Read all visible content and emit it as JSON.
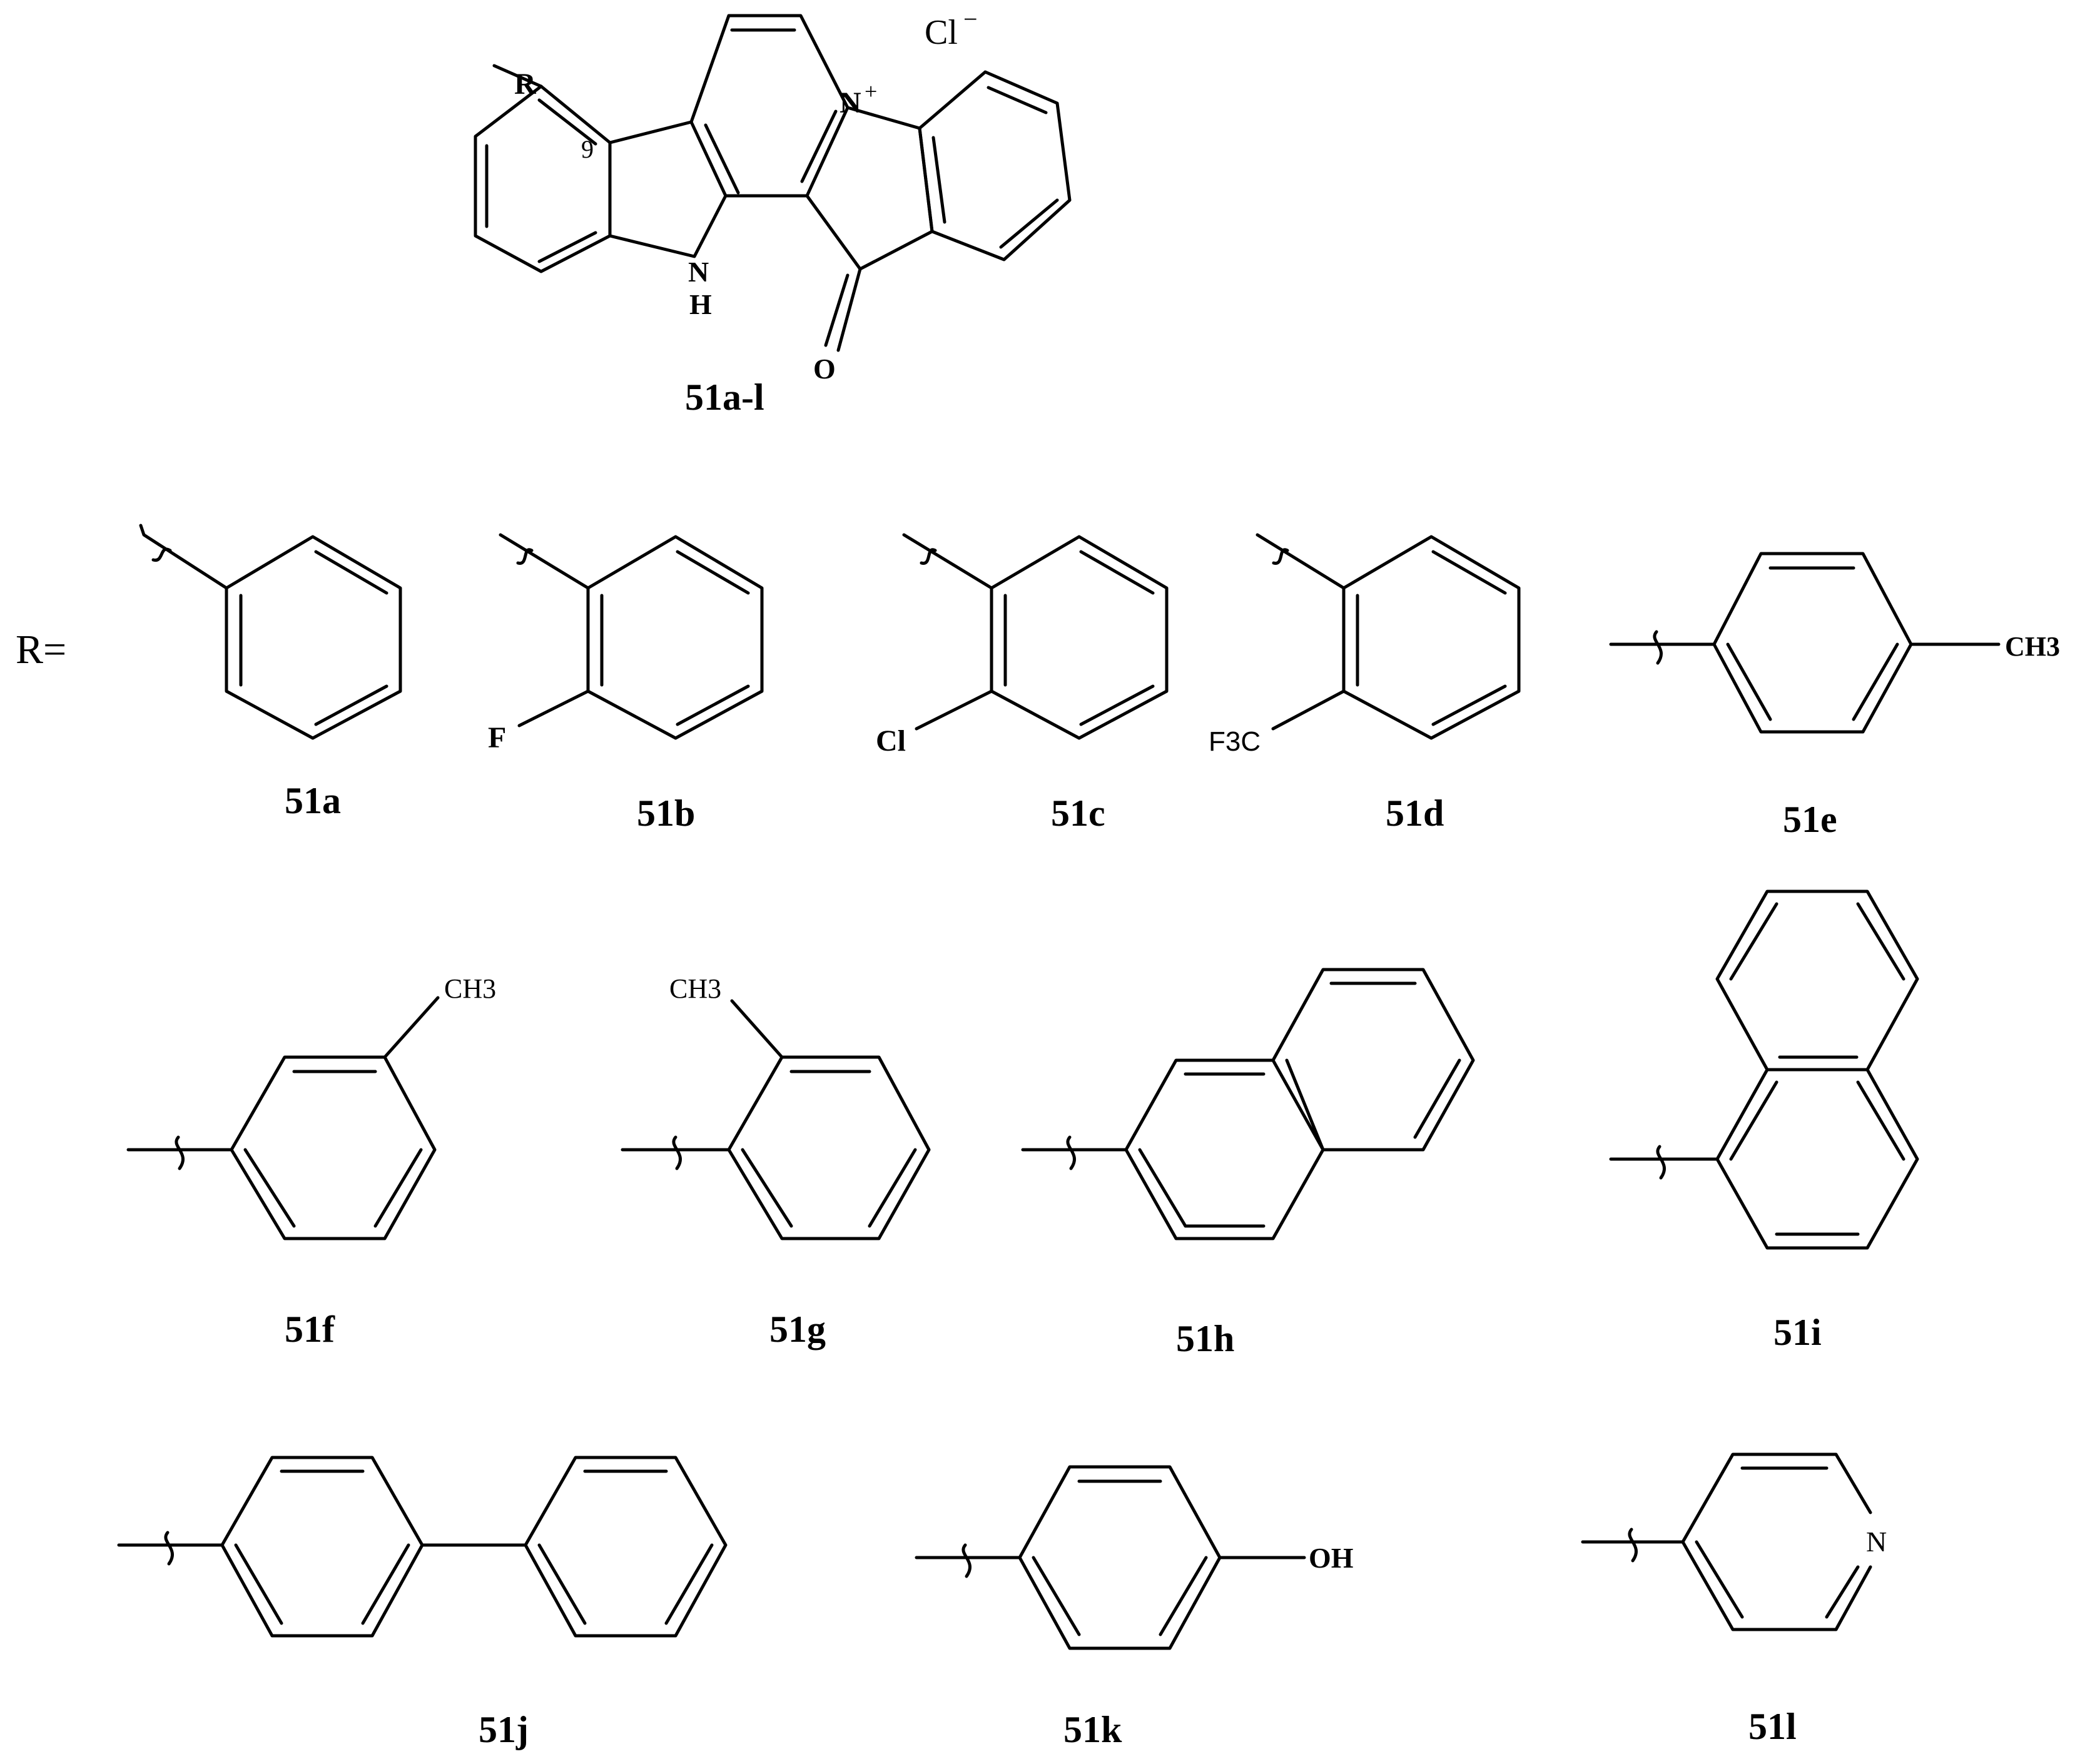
{
  "core": {
    "compound_label": "51a-l",
    "counterion": "Cl",
    "counterion_charge": "−",
    "substituent_label": "R",
    "position_label": "9",
    "nitrogen_cation": "N",
    "nitrogen_charge": "+",
    "nh_n": "N",
    "nh_h": "H",
    "carbonyl_o": "O"
  },
  "r_definition": "R=",
  "compounds": [
    {
      "id": "51a",
      "substituent_text": ""
    },
    {
      "id": "51b",
      "substituent_text": "F"
    },
    {
      "id": "51c",
      "substituent_text": "Cl"
    },
    {
      "id": "51d",
      "substituent_text": "F3C"
    },
    {
      "id": "51e",
      "substituent_text": "CH3"
    },
    {
      "id": "51f",
      "substituent_text": "CH3"
    },
    {
      "id": "51g",
      "substituent_text": "CH3"
    },
    {
      "id": "51h",
      "substituent_text": ""
    },
    {
      "id": "51i",
      "substituent_text": ""
    },
    {
      "id": "51j",
      "substituent_text": ""
    },
    {
      "id": "51k",
      "substituent_text": "OH"
    },
    {
      "id": "51l",
      "substituent_text": "N"
    }
  ]
}
